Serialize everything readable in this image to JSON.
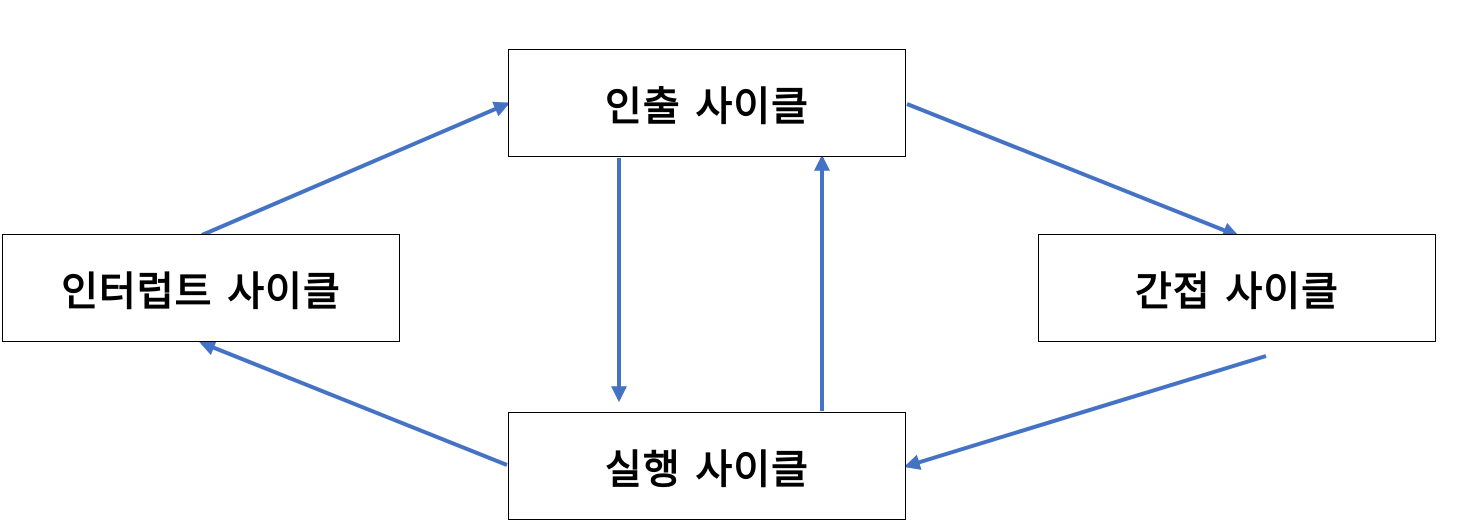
{
  "diagram": {
    "nodes": {
      "fetch": {
        "label": "인출 사이클"
      },
      "interrupt": {
        "label": "인터럽트 사이클"
      },
      "indirect": {
        "label": "간접 사이클"
      },
      "execute": {
        "label": "실행 사이클"
      }
    },
    "edges": [
      {
        "from": "interrupt",
        "to": "fetch"
      },
      {
        "from": "fetch",
        "to": "indirect"
      },
      {
        "from": "fetch",
        "to": "execute"
      },
      {
        "from": "execute",
        "to": "fetch"
      },
      {
        "from": "indirect",
        "to": "execute"
      },
      {
        "from": "execute",
        "to": "interrupt"
      }
    ],
    "colors": {
      "arrow": "#4472C4",
      "border": "#000000",
      "text": "#000000"
    }
  }
}
